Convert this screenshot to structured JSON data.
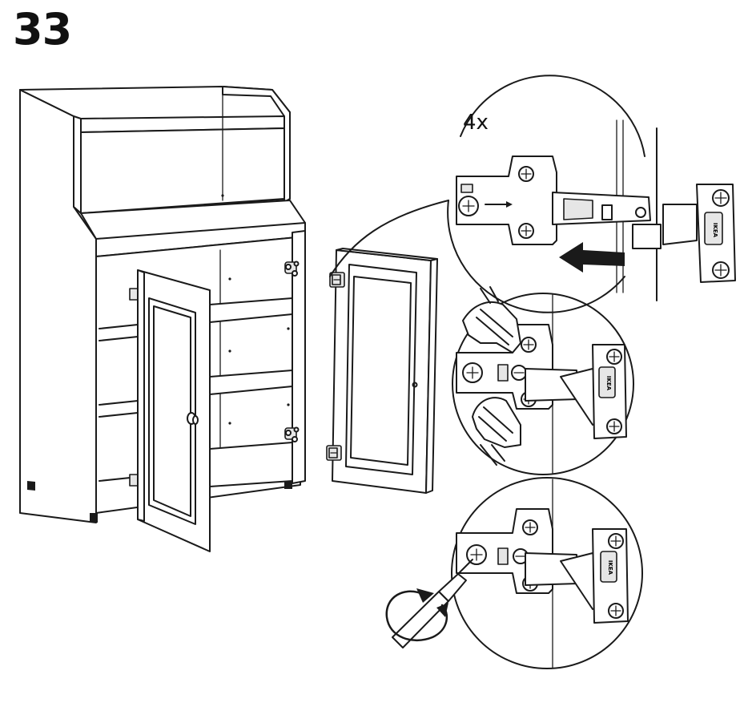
{
  "step": {
    "number": "33"
  },
  "detail": {
    "quantity": "4x"
  },
  "hinge_brand": "IKEA",
  "icons": [
    "cabinet",
    "door",
    "hinge",
    "hand",
    "screwdriver",
    "arrow",
    "rotation-arrow"
  ]
}
